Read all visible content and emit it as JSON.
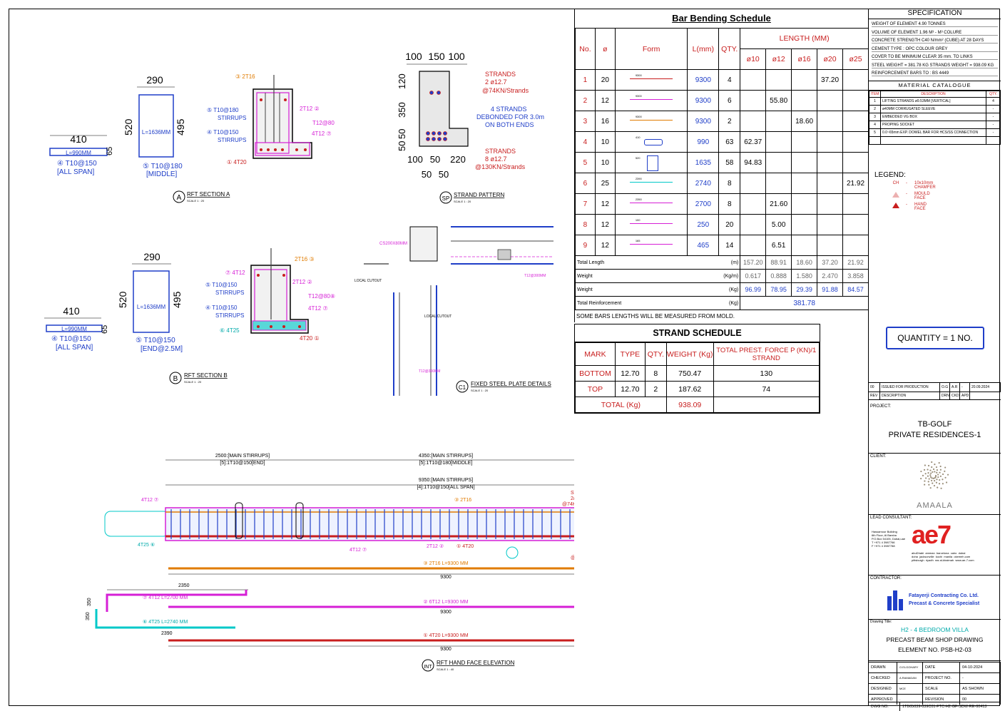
{
  "bbs": {
    "title": "Bar Bending Schedule",
    "headers": {
      "no": "No.",
      "dia": "ø",
      "form": "Form",
      "lmm": "L(mm)",
      "qty": "QTY.",
      "length": "LENGTH (MM)"
    },
    "dia_cols": [
      "ø10",
      "ø12",
      "ø16",
      "ø20",
      "ø25"
    ],
    "rows": [
      {
        "no": "1",
        "dia": "20",
        "len": "9300",
        "qty": "4",
        "form_label": "9300",
        "vals": [
          "",
          "",
          "",
          "37.20",
          ""
        ]
      },
      {
        "no": "2",
        "dia": "12",
        "len": "9300",
        "qty": "6",
        "form_label": "9300",
        "vals": [
          "",
          "55.80",
          "",
          "",
          ""
        ]
      },
      {
        "no": "3",
        "dia": "16",
        "len": "9300",
        "qty": "2",
        "form_label": "9300",
        "vals": [
          "",
          "",
          "18.60",
          "",
          ""
        ]
      },
      {
        "no": "4",
        "dia": "10",
        "len": "990",
        "qty": "63",
        "form_label": "410",
        "vals": [
          "62.37",
          "",
          "",
          "",
          ""
        ]
      },
      {
        "no": "5",
        "dia": "10",
        "len": "1635",
        "qty": "58",
        "form_label": "520",
        "vals": [
          "94.83",
          "",
          "",
          "",
          ""
        ]
      },
      {
        "no": "6",
        "dia": "25",
        "len": "2740",
        "qty": "8",
        "form_label": "2390",
        "vals": [
          "",
          "",
          "",
          "",
          "21.92"
        ]
      },
      {
        "no": "7",
        "dia": "12",
        "len": "2700",
        "qty": "8",
        "form_label": "2350",
        "vals": [
          "",
          "21.60",
          "",
          "",
          ""
        ]
      },
      {
        "no": "8",
        "dia": "12",
        "len": "250",
        "qty": "20",
        "form_label": "100",
        "vals": [
          "",
          "5.00",
          "",
          "",
          ""
        ]
      },
      {
        "no": "9",
        "dia": "12",
        "len": "465",
        "qty": "14",
        "form_label": "165",
        "vals": [
          "",
          "6.51",
          "",
          "",
          ""
        ]
      }
    ],
    "totals": [
      {
        "label": "Total Length",
        "unit": "(m)",
        "vals": [
          "157.20",
          "88.91",
          "18.60",
          "37.20",
          "21.92"
        ]
      },
      {
        "label": "Weight",
        "unit": "(Kg/m)",
        "vals": [
          "0.617",
          "0.888",
          "1.580",
          "2.470",
          "3.858"
        ]
      },
      {
        "label": "Weight",
        "unit": "(Kg)",
        "vals": [
          "96.99",
          "78.95",
          "29.39",
          "91.88",
          "84.57"
        ]
      }
    ],
    "total_reinf_label": "Total Reinforcement",
    "total_reinf_unit": "(Kg)",
    "total_reinf_value": "381.78",
    "note": "SOME BARS LENGTHS WILL BE MEASURED FROM MOLD."
  },
  "strand": {
    "title": "STRAND SCHEDULE",
    "headers": [
      "MARK",
      "TYPE",
      "QTY.",
      "WEIGHT (Kg)",
      "TOTAL PREST. FORCE P (KN)/1 STRAND"
    ],
    "rows": [
      [
        "BOTTOM",
        "12.70",
        "8",
        "750.47",
        "130"
      ],
      [
        "TOP",
        "12.70",
        "2",
        "187.62",
        "74"
      ]
    ],
    "total_label": "TOTAL (Kg)",
    "total_value": "938.09"
  },
  "spec": {
    "title": "SPECIFICATION",
    "lines": [
      "WEIGHT OF ELEMENT   4.90   TONNES",
      "VOLUME OF ELEMENT   1.96  M³  -  M³  COLURE",
      "CONCRETE STRENGTH  C40  N/mm² (CUBE) AT 28 DAYS",
      "CEMENT TYPE :   OPC        COLOUR  GREY",
      "COVER TO BE MINIMUM CLEAR   35  mm.  TO LINKS",
      "STEEL WEIGHT = 381.78 KG    STRANDS WEIGHT = 938.09 KG",
      "REINFORCEMENT BARS TO :   BS 4449"
    ],
    "material_title": "MATERIAL CATALOGUE",
    "material_headers": [
      "ITEM",
      "DESCRIPTION",
      "QTY."
    ],
    "materials": [
      [
        "1",
        "LIFTING STRANDS ø9.53MM [VERTICAL]",
        "4"
      ],
      [
        "2",
        "ø40MM CORRUGATED SLEEVE",
        "-"
      ],
      [
        "3",
        "EMBEDDED VG BOX",
        "-"
      ],
      [
        "4",
        "PROPING SOCKET",
        "-"
      ],
      [
        "5",
        "0.0~65mm EXP. DOWEL BAR FOR HCS/SS CONNECTION",
        "-"
      ]
    ],
    "legend_title": "LEGEND:",
    "legend": [
      {
        "sym": "CH",
        "text": "10x10mm CHAMFER"
      },
      {
        "sym": "",
        "text": "MOULD FACE"
      },
      {
        "sym": "",
        "text": "HAND FACE"
      }
    ],
    "quantity": "QUANTITY = 1 NO.",
    "rev_row": [
      "00",
      "ISSUED FOR PRODUCTION",
      "O.G",
      "A.R",
      "-",
      "20.09.2024"
    ],
    "rev_hdr": [
      "REV",
      "DESCRIPTION",
      "DRN",
      "CKD",
      "APD"
    ],
    "project_label": "PROJECT:",
    "project": [
      "TB-GOLF",
      "PRIVATE RESIDENCES-1"
    ],
    "client_label": "CLIENT:",
    "client": "AMAALA",
    "consultant_label": "LEAD CONSULTANT:",
    "consultant_text": "Hassamour Building\n6th Floor, Al Barsha\nP.O.Box 54105, Dubai,uae\nT +971 4 3987766\nF +971 4 3987788",
    "consultant_logo": "ae7",
    "consultant_cities": "abuDhabi  amman  barcelona  cairo  dubai\ndoha  jacksonville  kochi  manila  okemeh.com\npittsburgh  riyadh  ras al-khaimah  www.ae-7.com",
    "contractor_label": "CONTRACTOR:",
    "contractor": [
      "Fatayerji Contracting Co. Ltd.",
      "Precast & Concrete Specialist"
    ],
    "drawing_title_label": "Drawing Title:",
    "drawing_title": [
      "H2 - 4 BEDROOM VILLA",
      "PRECAST BEAM SHOP DRAWING",
      "ELEMENT NO. PSB-H2-03"
    ],
    "signoff": [
      [
        "DRAWN",
        "O.ELGOHARY",
        "DATE",
        "04-10-2024"
      ],
      [
        "CHECKED",
        "A.RAMADAN",
        "PROJECT NO.",
        "-"
      ],
      [
        "DESIGNED",
        "MCE",
        "SCALE",
        "AS SHOWN"
      ],
      [
        "APPROVED",
        "-",
        "REVISION",
        "00"
      ]
    ],
    "dwg_label": "DWG NO.",
    "dwg_no": "1TB05039-039C01-FTC-H2-GF-SDW-RE-60413"
  },
  "sections": {
    "a_label": "A",
    "a_title": "RFT SECTION A",
    "a_scale": "SCALE 1 : 20",
    "b_label": "B",
    "b_title": "RFT SECTION B",
    "b_scale": "SCALE 1 : 20",
    "sp_label": "SP",
    "sp_title": "STRAND PATTERN",
    "sp_scale": "SCALE 1 : 20",
    "c1_label": "C1",
    "c1_title": "FIXED STEEL PLATE DETAILS",
    "c1_scale": "SCALE 1 : 20",
    "int_label": "INT",
    "int_title": "RFT HAND FACE ELEVATION",
    "int_scale": "SCALE 1 : 40"
  }
}
